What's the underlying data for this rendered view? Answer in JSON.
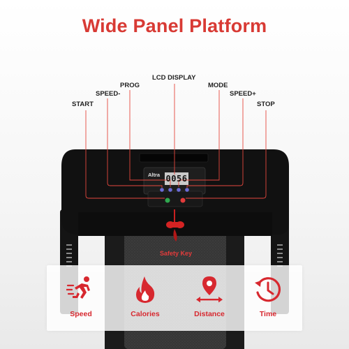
{
  "title": "Wide Panel Platform",
  "brand": "Altra",
  "lcd_readout": "0056",
  "callouts": [
    {
      "id": "lcd",
      "label": "LCD DISPLAY"
    },
    {
      "id": "prog",
      "label": "PROG"
    },
    {
      "id": "mode",
      "label": "MODE"
    },
    {
      "id": "speed-minus",
      "label": "SPEED-"
    },
    {
      "id": "speed-plus",
      "label": "SPEED+"
    },
    {
      "id": "start",
      "label": "START"
    },
    {
      "id": "stop",
      "label": "STOP"
    }
  ],
  "safety_key_label": "Safety Key",
  "features": [
    {
      "label": "Speed",
      "icon": "running-person-icon"
    },
    {
      "label": "Calories",
      "icon": "flame-icon"
    },
    {
      "label": "Distance",
      "icon": "location-pin-icon"
    },
    {
      "label": "Time",
      "icon": "clock-icon"
    }
  ],
  "colors": {
    "accent": "#d7282f",
    "title": "#d83a34",
    "frame": "#111111"
  }
}
